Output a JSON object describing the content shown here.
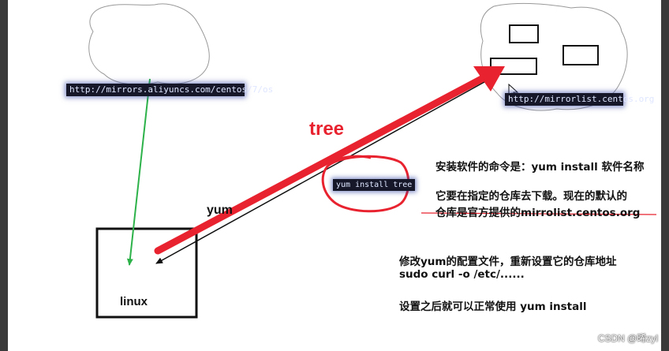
{
  "urls": {
    "aliyun": "http://mirrors.aliyuncs.com/centos/7/os",
    "mirrorlist": "http://mirrorlist.centos.org"
  },
  "command_box": "yum install tree",
  "labels": {
    "tree": "tree",
    "yum": "yum",
    "linux": "linux"
  },
  "notes": {
    "line1": "安装软件的命令是：yum install 软件名称",
    "line2": "它要在指定的仓库去下载。现在的默认的",
    "line3": "仓库是官方提供的mirrolist.centos.org",
    "line4": "修改yum的配置文件，重新设置它的仓库地址",
    "line5": "sudo curl -o /etc/......",
    "line6": "设置之后就可以正常使用 yum install"
  },
  "watermark": "CSDN @晞zyl",
  "colors": {
    "red": "#e8232f",
    "green": "#2db24a",
    "terminal_bg": "#16182a"
  }
}
